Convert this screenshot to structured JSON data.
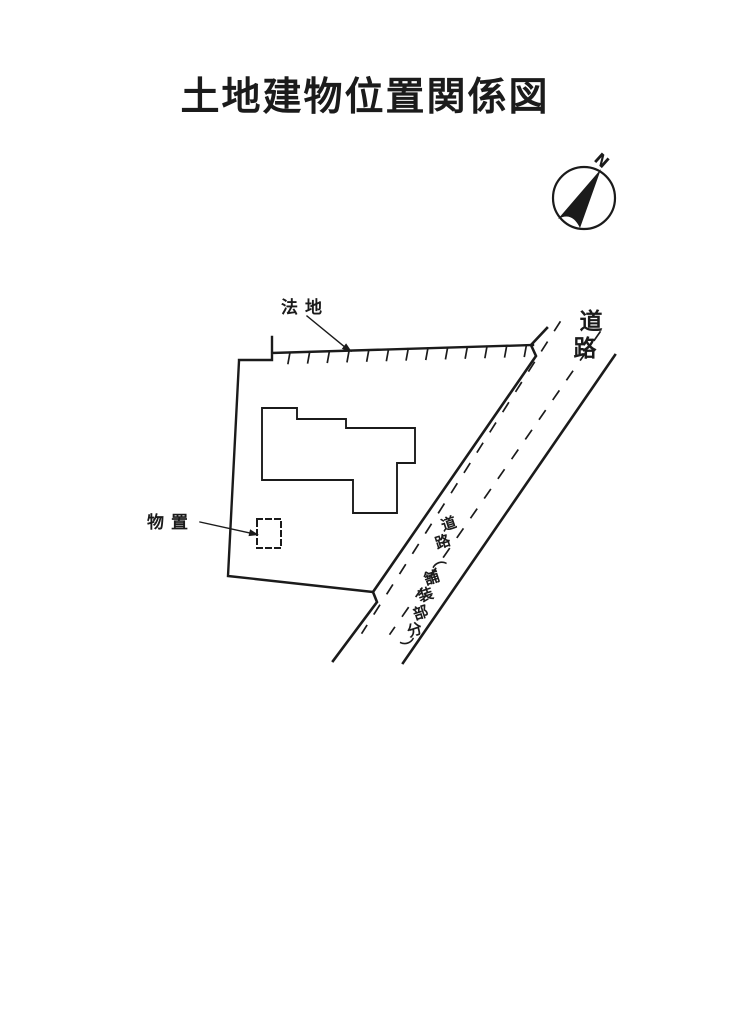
{
  "title": "土地建物位置関係図",
  "compass": {
    "north": "N"
  },
  "labels": {
    "slope": "法地",
    "shed": "物置",
    "road": "道路",
    "road_paved": "道路（舗装部分）"
  },
  "diagram": {
    "features": {
      "parcel": "site-boundary",
      "building": "main-building-outline",
      "shed": "dashed-storage-box",
      "slope_hatching": "tick-marks-along-north-boundary",
      "road": "diagonal-road-with-center-dashed-lines"
    }
  },
  "colors": {
    "ink": "#1b1b1b",
    "paper": "#ffffff"
  }
}
